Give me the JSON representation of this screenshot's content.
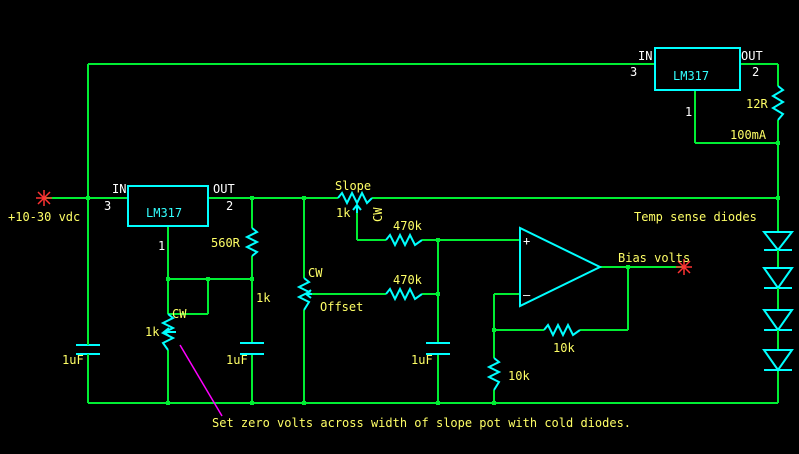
{
  "colors": {
    "background": "#000000",
    "wire": "#00ee33",
    "component": "#00ffff",
    "label": "#ffff66",
    "pin": "#ffffff",
    "terminal": "#ff3333",
    "annotation": "#ff00ff"
  },
  "regulator_top": {
    "name": "LM317",
    "in_label": "IN",
    "out_label": "OUT",
    "pin_in": "3",
    "pin_out": "2",
    "pin_adj": "1"
  },
  "regulator_left": {
    "name": "LM317",
    "in_label": "IN",
    "out_label": "OUT",
    "pin_in": "3",
    "pin_out": "2",
    "pin_adj": "1"
  },
  "labels": {
    "supply": "+10-30 vdc",
    "r_12": "12R",
    "current": "100mA",
    "temp_sense": "Temp sense diodes",
    "slope": "Slope",
    "slope_value": "1k",
    "cw_slope": "CW",
    "r_470_top": "470k",
    "r_470_bottom": "470k",
    "r_560": "560R",
    "r_1k_right": "1k",
    "cw_offset": "CW",
    "offset": "Offset",
    "cw_adj": "CW",
    "adj_value": "1k",
    "cap_left": "1uF",
    "cap_mid": "1uF",
    "cap_right": "1uF",
    "bias": "Bias volts",
    "r_10k_fb": "10k",
    "r_10k_gnd": "10k",
    "opamp_plus": "+",
    "opamp_minus": "–",
    "note": "Set zero volts across width of slope pot with cold diodes."
  }
}
